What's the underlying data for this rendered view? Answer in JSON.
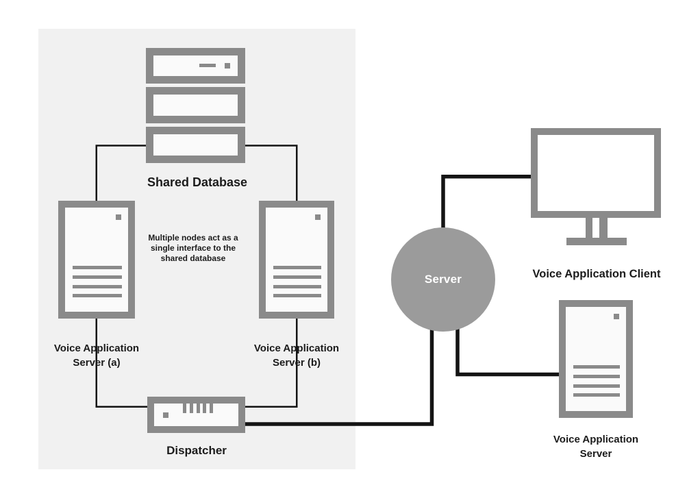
{
  "colors": {
    "panel": "#f1f1f1",
    "device": "#8a8a8a",
    "inner": "#fafafa",
    "circle": "#9b9b9b",
    "line": "#141414",
    "text": "#1c1c1c"
  },
  "cluster": {
    "shared_database_label": "Shared Database",
    "annotation_lines": [
      "Multiple nodes act as a",
      "single interface to the",
      "shared database"
    ],
    "server_a_lines": [
      "Voice Application",
      "Server (a)"
    ],
    "server_b_lines": [
      "Voice Application",
      "Server (b)"
    ],
    "dispatcher_label": "Dispatcher"
  },
  "right_side": {
    "hub_label": "Server",
    "client_label": "Voice Application Client",
    "server_lines": [
      "Voice Application",
      "Server"
    ]
  }
}
